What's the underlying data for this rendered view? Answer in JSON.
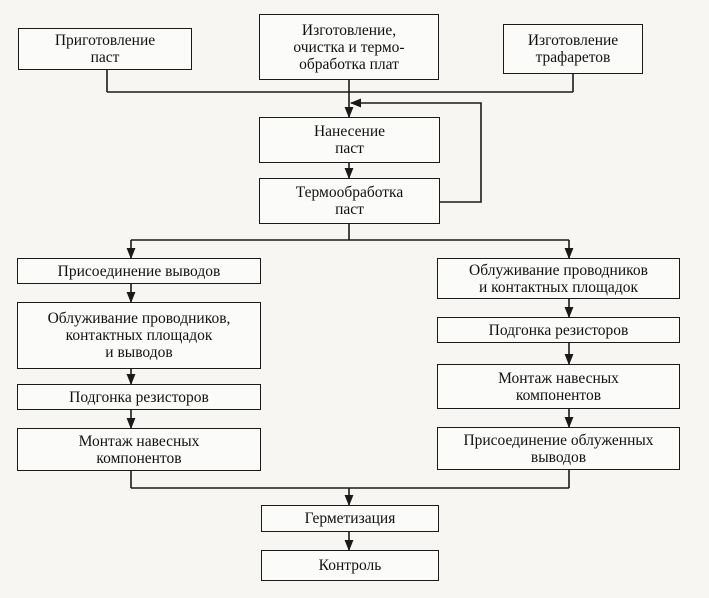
{
  "diagram": {
    "top": {
      "paste_prep": "Приготовление\nпаст",
      "board_prep": "Изготовление,\nочистка и термо-\nобработка плат",
      "stencils": "Изготовление\nтрафаретов"
    },
    "center": {
      "paste_apply": "Нанесение\nпаст",
      "paste_heat": "Термообработка\nпаст"
    },
    "left_branch": {
      "leads_attach": "Присоединение выводов",
      "tinning": "Облуживание проводников,\nконтактных площадок\nи выводов",
      "trim": "Подгонка резисторов",
      "mount": "Монтаж навесных\nкомпонентов"
    },
    "right_branch": {
      "tinning": "Облуживание проводников\nи контактных площадок",
      "trim": "Подгонка резисторов",
      "mount": "Монтаж навесных\nкомпонентов",
      "leads_attach": "Присоединение облуженных\nвыводов"
    },
    "bottom": {
      "sealing": "Герметизация",
      "control": "Контроль"
    }
  }
}
